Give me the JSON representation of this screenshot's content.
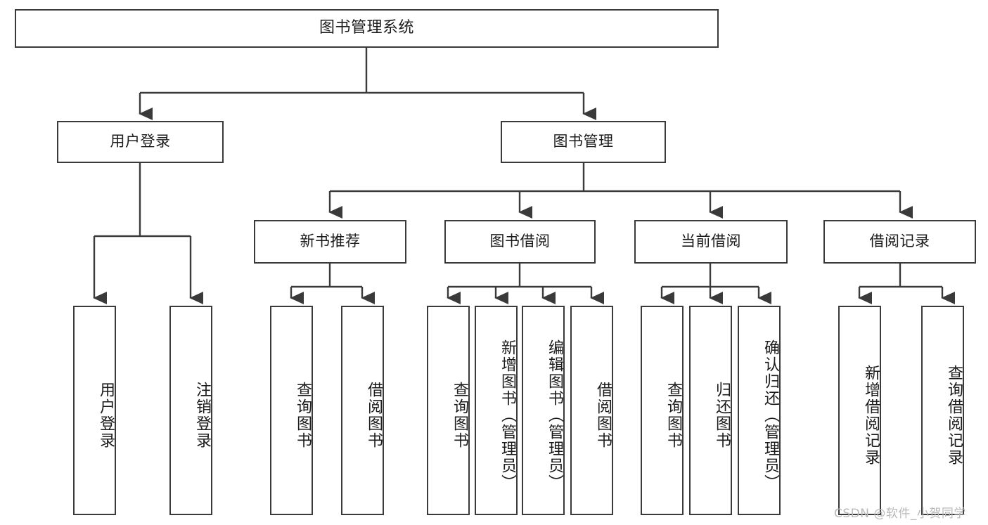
{
  "diagram": {
    "title": "图书管理系统",
    "type": "tree",
    "orientation": "top-down",
    "colors": {
      "box_border": "#3a3a3a",
      "box_fill": "#ffffff",
      "connector": "#3a3a3a",
      "text": "#1b1b1b",
      "watermark": "#b9b9b9",
      "background": "#ffffff"
    },
    "root": {
      "label": "图书管理系统"
    },
    "level2": [
      {
        "id": "user-login",
        "label": "用户登录"
      },
      {
        "id": "book-management",
        "label": "图书管理"
      }
    ],
    "level3": [
      {
        "id": "new-book-recommend",
        "label": "新书推荐",
        "parent": "book-management"
      },
      {
        "id": "book-borrow",
        "label": "图书借阅",
        "parent": "book-management"
      },
      {
        "id": "current-borrow",
        "label": "当前借阅",
        "parent": "book-management"
      },
      {
        "id": "borrow-record",
        "label": "借阅记录",
        "parent": "book-management"
      }
    ],
    "leaves": {
      "user_login": [
        {
          "id": "leaf-user-login",
          "label": "用户登录"
        },
        {
          "id": "leaf-logout-login",
          "label": "注销登录"
        }
      ],
      "new_book_recommend": [
        {
          "id": "leaf-query-book-1",
          "label": "查询图书"
        },
        {
          "id": "leaf-borrow-book-1",
          "label": "借阅图书"
        }
      ],
      "book_borrow": [
        {
          "id": "leaf-query-book-2",
          "label": "查询图书"
        },
        {
          "id": "leaf-add-book",
          "label": "新增图书（管理员）"
        },
        {
          "id": "leaf-edit-book",
          "label": "编辑图书（管理员）"
        },
        {
          "id": "leaf-borrow-book-2",
          "label": "借阅图书"
        }
      ],
      "current_borrow": [
        {
          "id": "leaf-query-book-3",
          "label": "查询图书"
        },
        {
          "id": "leaf-return-book",
          "label": "归还图书"
        },
        {
          "id": "leaf-confirm-return",
          "label": "确认归还（管理员）"
        }
      ],
      "borrow_record": [
        {
          "id": "leaf-add-record",
          "label": "新增借阅记录"
        },
        {
          "id": "leaf-query-record",
          "label": "查询借阅记录"
        }
      ]
    }
  },
  "watermark": {
    "text": "CSDN @软件_小贺同学"
  }
}
